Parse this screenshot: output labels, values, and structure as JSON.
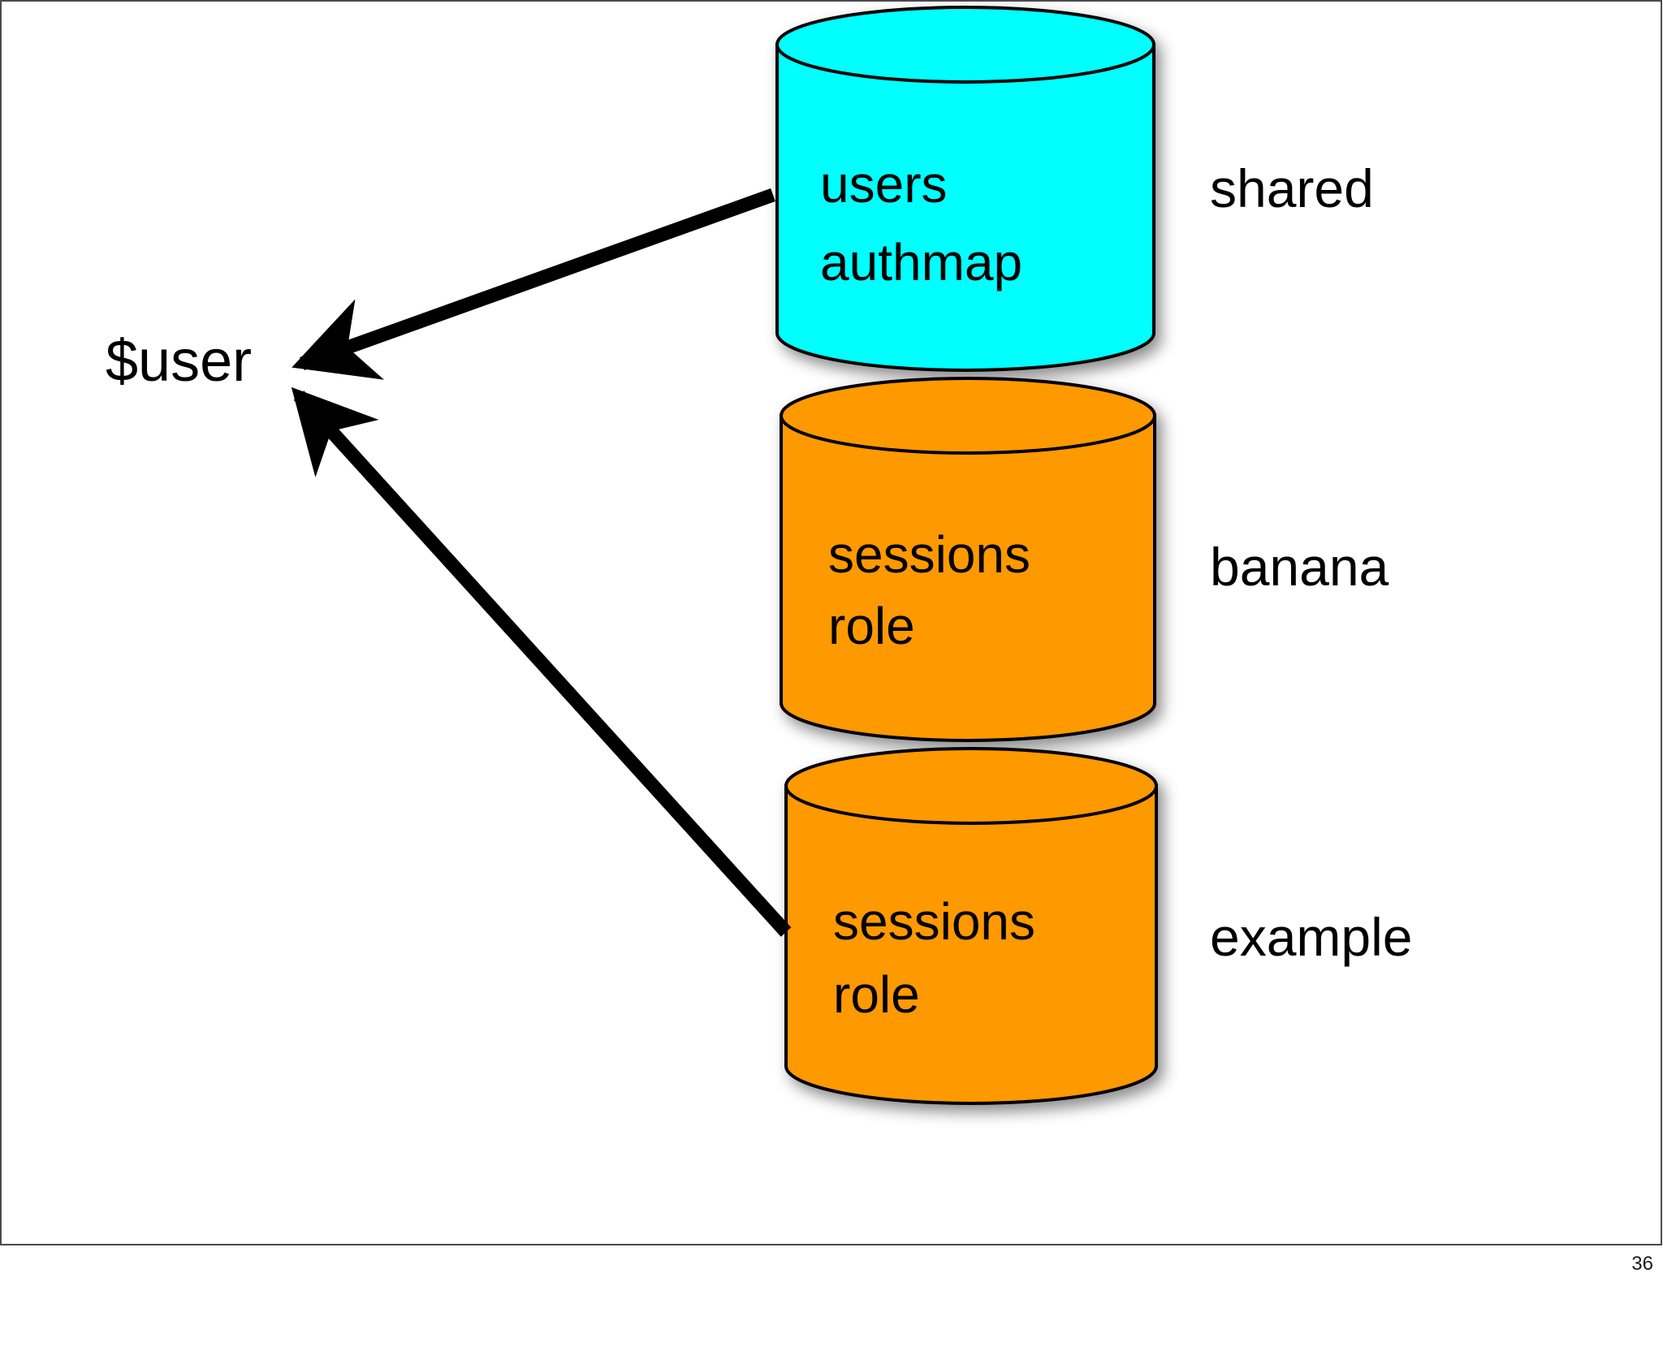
{
  "slide": {
    "page_number": "36",
    "background_color": "#ffffff",
    "frame_color": "#4a4a4f"
  },
  "variable": {
    "label": "$user"
  },
  "databases": [
    {
      "id": "shared",
      "fill_color": "#00ffff",
      "stroke_color": "#000000",
      "line1": "users",
      "line2": "authmap",
      "side_label": "shared"
    },
    {
      "id": "banana",
      "fill_color": "#ff9900",
      "stroke_color": "#000000",
      "line1": "sessions",
      "line2": "role",
      "side_label": "banana"
    },
    {
      "id": "example",
      "fill_color": "#ff9900",
      "stroke_color": "#000000",
      "line1": "sessions",
      "line2": "role",
      "side_label": "example"
    }
  ],
  "arrows": [
    {
      "id": "shared-to-user",
      "from": "shared",
      "to": "$user",
      "color": "#000000"
    },
    {
      "id": "example-to-user",
      "from": "example",
      "to": "$user",
      "color": "#000000"
    }
  ]
}
